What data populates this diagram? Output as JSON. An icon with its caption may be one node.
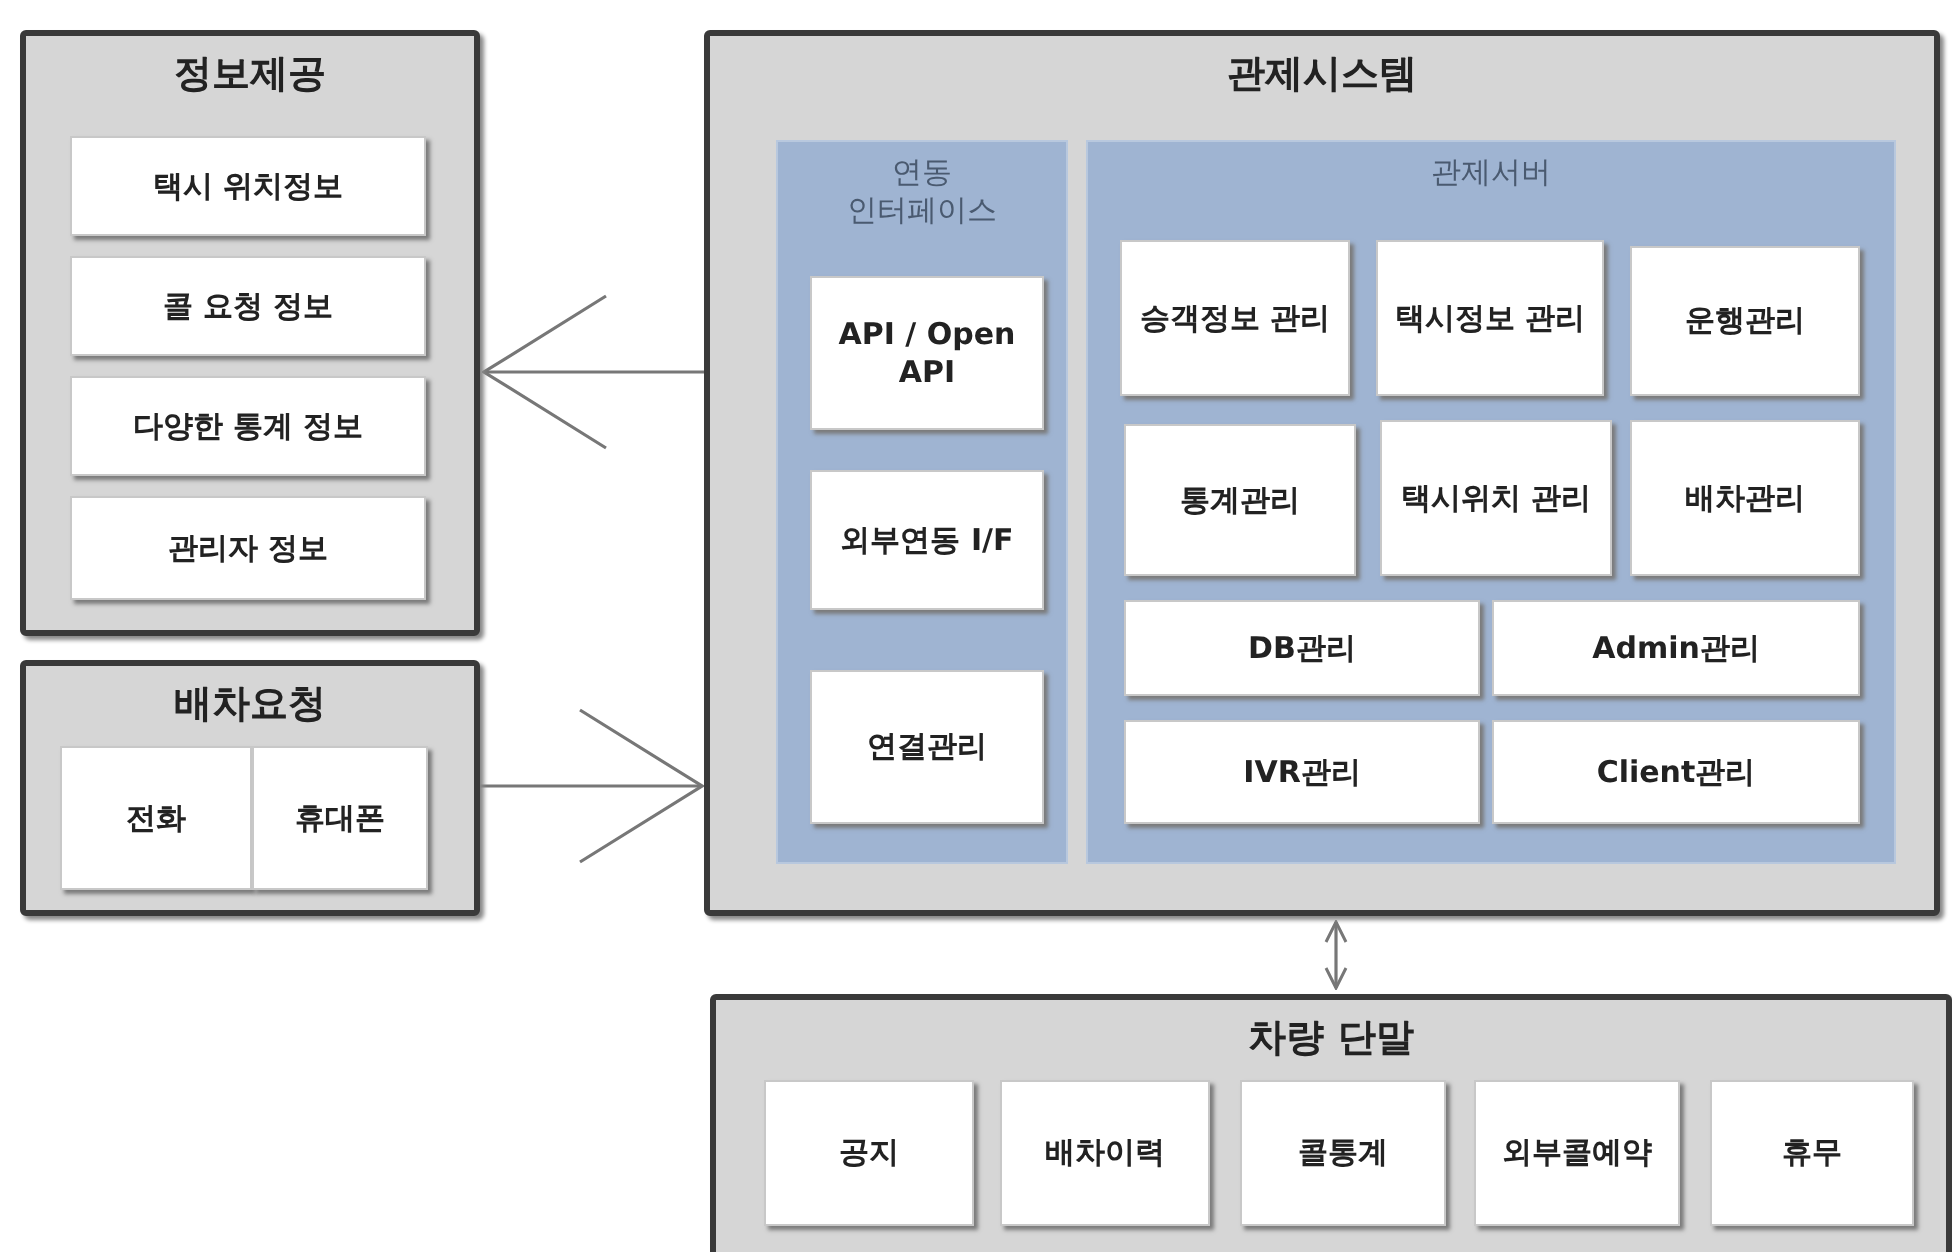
{
  "diagram": {
    "nodes": [
      {
        "text": [
          "정보제공"
        ]
      },
      {
        "text": [
          "택시 위치정보"
        ],
        "in": 0
      },
      {
        "text": [
          "콜 요청 정보"
        ],
        "in": 0
      },
      {
        "text": [
          "다양한 통계 정보"
        ],
        "in": 0
      },
      {
        "text": [
          "관리자 정보"
        ],
        "in": 0
      },
      {
        "text": [
          "배차요청"
        ]
      },
      {
        "text": [
          "전화"
        ],
        "in": 5
      },
      {
        "text": [
          "휴대폰"
        ],
        "in": 5
      },
      {
        "text": [
          "관제시스템"
        ]
      },
      {
        "text": [
          "연동 인터페이스"
        ],
        "in": 8
      },
      {
        "text": [
          "API / Open API"
        ],
        "in": 9
      },
      {
        "text": [
          "외부연동 I/F"
        ],
        "in": 9
      },
      {
        "text": [
          "연결관리"
        ],
        "in": 9
      },
      {
        "text": [
          "관제서버"
        ],
        "in": 8
      },
      {
        "text": [
          "승객정보 관리"
        ],
        "in": 13
      },
      {
        "text": [
          "택시정보 관리"
        ],
        "in": 13
      },
      {
        "text": [
          "운행관리"
        ],
        "in": 13
      },
      {
        "text": [
          "통계관리"
        ],
        "in": 13
      },
      {
        "text": [
          "택시위치 관리"
        ],
        "in": 13
      },
      {
        "text": [
          "배차관리"
        ],
        "in": 13
      },
      {
        "text": [
          "DB관리"
        ],
        "in": 13
      },
      {
        "text": [
          "Admin관리"
        ],
        "in": 13
      },
      {
        "text": [
          "IVR관리"
        ],
        "in": 13
      },
      {
        "text": [
          "Client관리"
        ],
        "in": 13
      },
      {
        "text": [
          "차량 단말"
        ]
      },
      {
        "text": [
          "공지"
        ],
        "in": 24
      },
      {
        "text": [
          "배차이력"
        ],
        "in": 24
      },
      {
        "text": [
          "콜통계"
        ],
        "in": 24
      },
      {
        "text": [
          "외부콜예약"
        ],
        "in": 24
      },
      {
        "text": [
          "휴무"
        ],
        "in": 24
      }
    ],
    "edges": [
      {
        "from": 8,
        "to": 0,
        "arrow": "to"
      },
      {
        "from": 5,
        "to": 8,
        "arrow": "to"
      },
      {
        "from": 8,
        "to": 24,
        "arrow": "both"
      }
    ]
  }
}
